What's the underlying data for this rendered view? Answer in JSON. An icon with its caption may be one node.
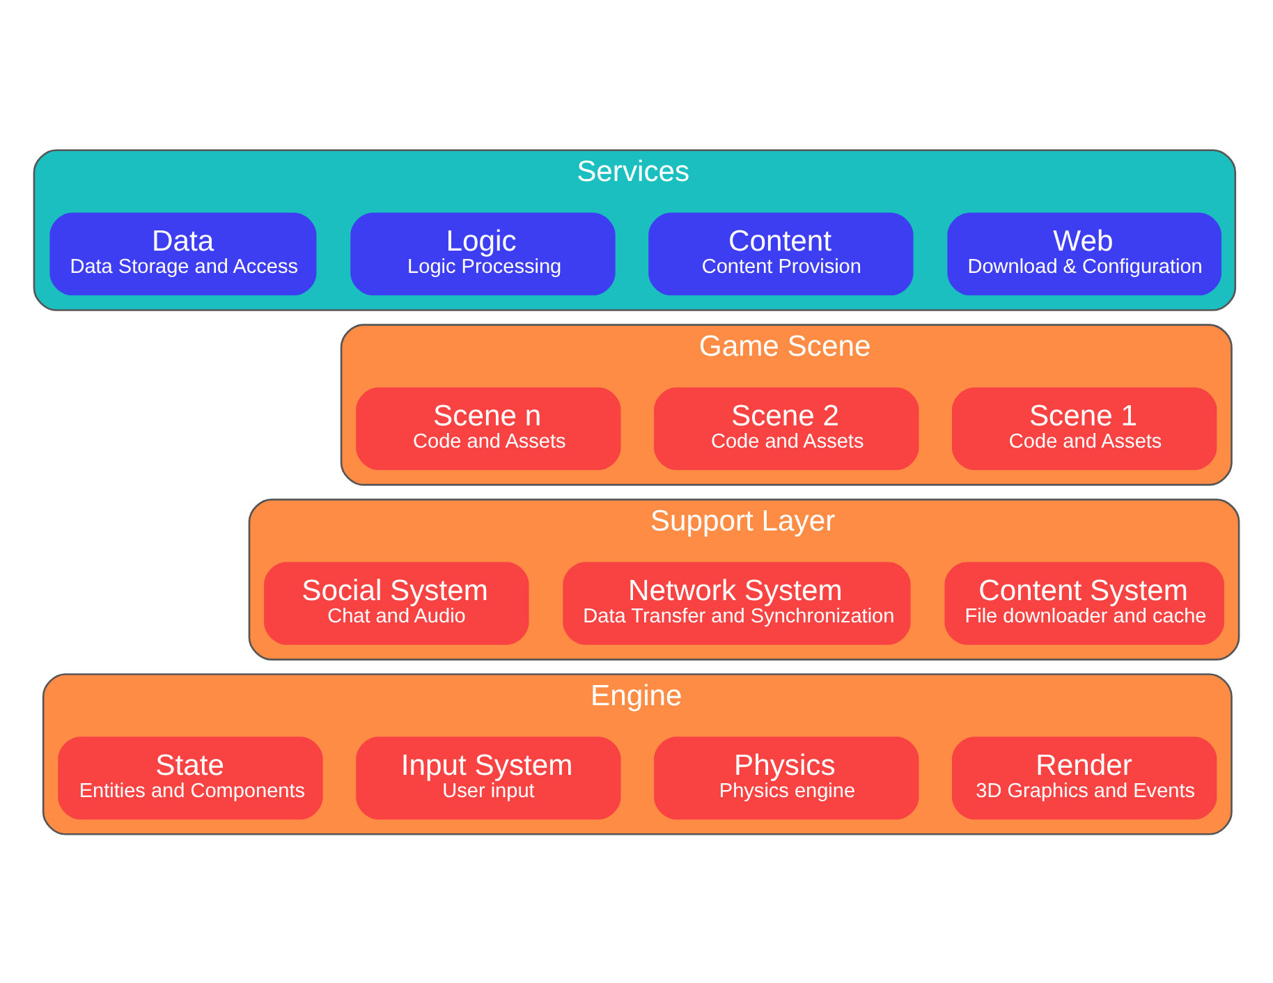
{
  "diagram": {
    "nodes": [
      {
        "text": [
          "Services"
        ]
      },
      {
        "text": [
          "Web",
          "Download & Configuration"
        ],
        "in": 0
      },
      {
        "text": [
          "Content",
          "Content Provision"
        ],
        "in": 0
      },
      {
        "text": [
          "Logic",
          "Logic Processing"
        ],
        "in": 0
      },
      {
        "text": [
          "Data",
          "Data Storage and Access"
        ],
        "in": 0
      },
      {
        "text": [
          "Game Scene"
        ]
      },
      {
        "text": [
          "Scene 1",
          "Code and Assets"
        ],
        "in": 5
      },
      {
        "text": [
          "Scene 2",
          "Code and Assets"
        ],
        "in": 5
      },
      {
        "text": [
          "Scene n",
          "Code and Assets"
        ],
        "in": 5
      },
      {
        "text": [
          "Support Layer"
        ]
      },
      {
        "text": [
          "Content System",
          "File downloader and cache"
        ],
        "in": 9
      },
      {
        "text": [
          "Network System",
          "Data Transfer and Synchronization"
        ],
        "in": 9
      },
      {
        "text": [
          "Social System",
          "Chat and Audio"
        ],
        "in": 9
      },
      {
        "text": [
          "Engine"
        ]
      },
      {
        "text": [
          "Render",
          "3D Graphics and Events"
        ],
        "in": 13
      },
      {
        "text": [
          "Physics",
          "Physics engine"
        ],
        "in": 13
      },
      {
        "text": [
          "Input System",
          "User input"
        ],
        "in": 13
      },
      {
        "text": [
          "State",
          "Entities and Components"
        ],
        "in": 13
      }
    ],
    "edges": []
  }
}
